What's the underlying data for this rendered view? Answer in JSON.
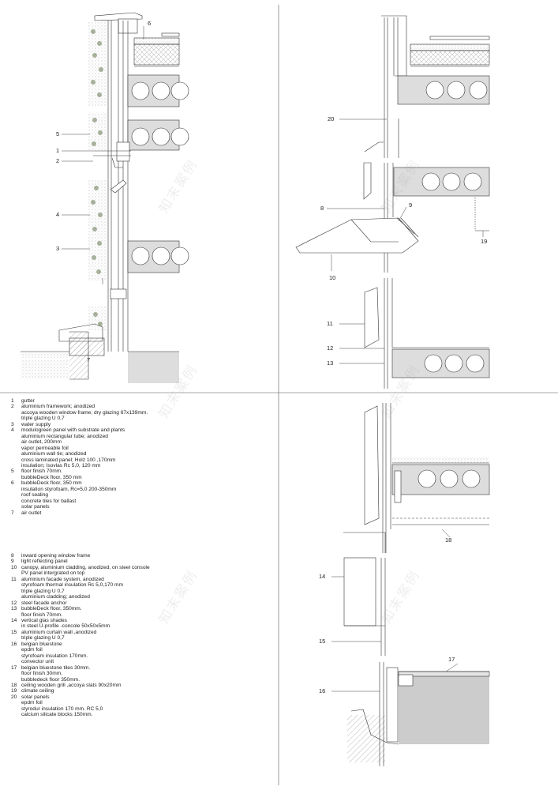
{
  "callouts": {
    "c1": "1",
    "c2": "2",
    "c3": "3",
    "c4": "4",
    "c5": "5",
    "c6": "6",
    "c7": "7",
    "c8": "8",
    "c9": "9",
    "c10": "10",
    "c11": "11",
    "c12": "12",
    "c13": "13",
    "c14": "14",
    "c15": "15",
    "c16": "16",
    "c17": "17",
    "c18": "18",
    "c19": "19",
    "c20": "20"
  },
  "legend_a": [
    {
      "num": "1",
      "text": "gutter"
    },
    {
      "num": "2",
      "text": "aluminium framework; anodized"
    },
    {
      "num": "",
      "text": "accoya wooden window frame; dry glazing 67x139mm."
    },
    {
      "num": "",
      "text": "triple glazing U 0,7"
    },
    {
      "num": "3",
      "text": "water supply"
    },
    {
      "num": "4",
      "text": "modulogreen panel with substrate and plants"
    },
    {
      "num": "",
      "text": "aluminium rectangular tube; anodized"
    },
    {
      "num": "",
      "text": "air outlet, 200mm"
    },
    {
      "num": "",
      "text": "vapor permeable foil"
    },
    {
      "num": "",
      "text": "aluminium wall tie; anodized"
    },
    {
      "num": "",
      "text": "cross laminated panel; Holz 100 ,170mm"
    },
    {
      "num": "",
      "text": "insulation; Isovlas Rc 5,0, 120 mm"
    },
    {
      "num": "5",
      "text": "floor finish 70mm."
    },
    {
      "num": "",
      "text": "bubbleDeck floor, 350 mm"
    },
    {
      "num": "6",
      "text": "bubbleDeck floor, 350 mm"
    },
    {
      "num": "",
      "text": "insulation styrofoam, Rc=5,0 200-350mm"
    },
    {
      "num": "",
      "text": "roof sealing"
    },
    {
      "num": "",
      "text": "concrete tiles for ballast"
    },
    {
      "num": "",
      "text": "solar panels"
    },
    {
      "num": "7",
      "text": "air outlet"
    }
  ],
  "legend_b": [
    {
      "num": "8",
      "text": "inward opening window frame"
    },
    {
      "num": "9",
      "text": "light reflecting panel"
    },
    {
      "num": "10",
      "text": "canopy, aluminium cladding, anodized, on steel console"
    },
    {
      "num": "",
      "text": "PV panel intergrated on top"
    },
    {
      "num": "11",
      "text": "aluminium facade system, anodized"
    },
    {
      "num": "",
      "text": "styrofoam thermal insulation Rc 5,0,170 mm"
    },
    {
      "num": "",
      "text": "triple glazing U 0,7"
    },
    {
      "num": "",
      "text": "aluminium cladding; anodized"
    },
    {
      "num": "12",
      "text": "steel facade anchor"
    },
    {
      "num": "13",
      "text": "bubbleDeck floor, 350mm."
    },
    {
      "num": "",
      "text": "floor finish 70mm."
    },
    {
      "num": "14",
      "text": "vertical glas shades"
    },
    {
      "num": "",
      "text": "in steel U-profile -concole 50x50x5mm"
    },
    {
      "num": "15",
      "text": "aluminium curtain wall ,anodized"
    },
    {
      "num": "",
      "text": "triple glazing U 0,7"
    },
    {
      "num": "16",
      "text": "belgian bluestone"
    },
    {
      "num": "",
      "text": "epdm foil"
    },
    {
      "num": "",
      "text": "styrofoam insulation 170mm."
    },
    {
      "num": "",
      "text": "convector unit"
    },
    {
      "num": "17",
      "text": "belgian bluestone tiles 30mm."
    },
    {
      "num": "",
      "text": "floor finish 30mm."
    },
    {
      "num": "",
      "text": "bubbledeck floor 350mm."
    },
    {
      "num": "18",
      "text": "ceiling wooden grill ,accoya slats 90x20mm"
    },
    {
      "num": "19",
      "text": "climate ceiling"
    },
    {
      "num": "20",
      "text": "solar panels"
    },
    {
      "num": "",
      "text": "epdm foil"
    },
    {
      "num": "",
      "text": "styrodur insulation 170 mm. RC 5,0"
    },
    {
      "num": "",
      "text": "calcium silicate blocks 150mm."
    }
  ],
  "watermark": "知末案例"
}
